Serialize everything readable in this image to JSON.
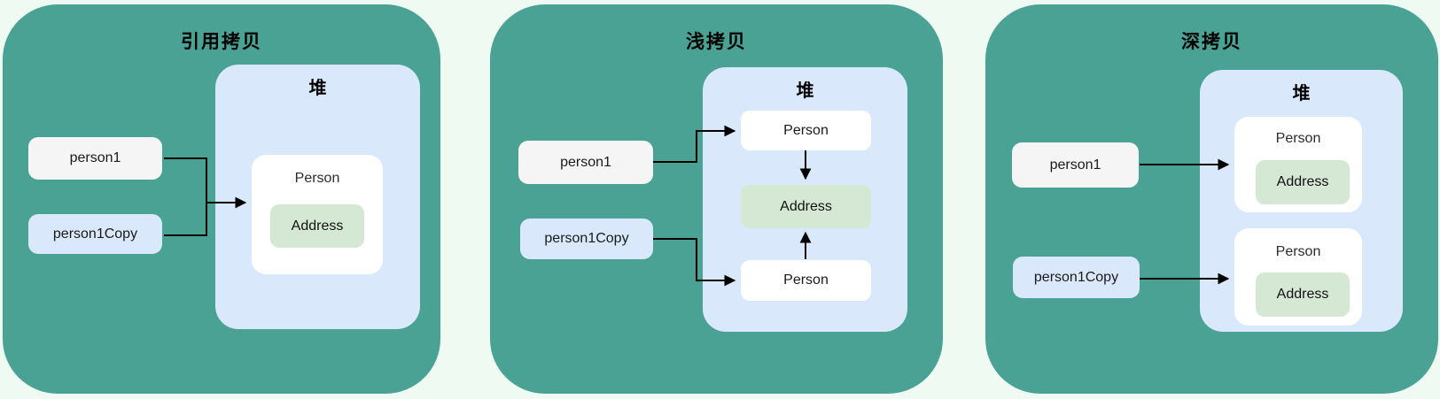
{
  "page": {
    "background_color": "#effaf3"
  },
  "colors": {
    "panel_background": "#4aa294",
    "heap_background": "#dae8fc",
    "variable_person1_background": "#f5f5f5",
    "variable_person1copy_background": "#dae8fc",
    "object_background": "#ffffff",
    "address_background": "#d5e8d4",
    "arrow": "#000000",
    "text": "#000000"
  },
  "panels": [
    {
      "title": "引用拷贝",
      "heap_label": "堆",
      "variables": [
        {
          "label": "person1"
        },
        {
          "label": "person1Copy"
        }
      ],
      "objects": [
        {
          "label": "Person",
          "address_label": "Address"
        }
      ]
    },
    {
      "title": "浅拷贝",
      "heap_label": "堆",
      "variables": [
        {
          "label": "person1"
        },
        {
          "label": "person1Copy"
        }
      ],
      "objects": [
        {
          "label": "Person"
        },
        {
          "label": "Person"
        }
      ],
      "shared_address_label": "Address"
    },
    {
      "title": "深拷贝",
      "heap_label": "堆",
      "variables": [
        {
          "label": "person1"
        },
        {
          "label": "person1Copy"
        }
      ],
      "objects": [
        {
          "label": "Person",
          "address_label": "Address"
        },
        {
          "label": "Person",
          "address_label": "Address"
        }
      ]
    }
  ]
}
